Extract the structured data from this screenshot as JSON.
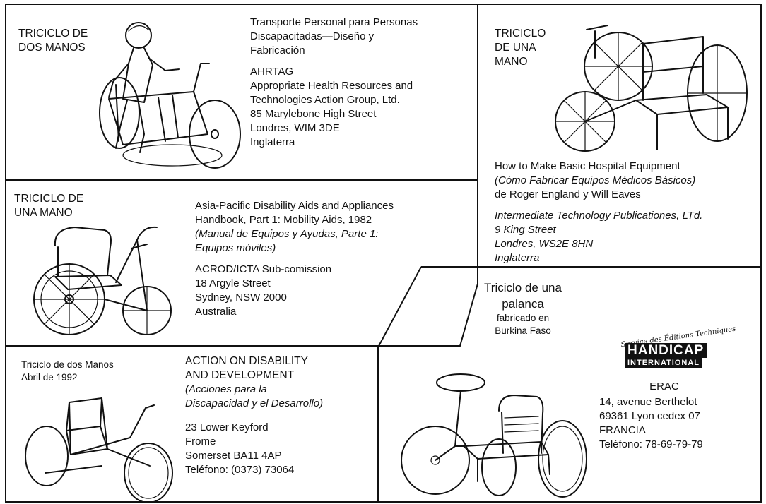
{
  "panels": {
    "top_left": {
      "label": [
        "TRICICLO DE",
        "DOS MANOS"
      ],
      "book_title": [
        "Transporte Personal para Personas",
        "Discapacitadas—Diseño y",
        "Fabricación"
      ],
      "org": [
        "AHRTAG",
        "Appropriate Health Resources and",
        "Technologies Action Group, Ltd.",
        "85 Marylebone High Street",
        "Londres, WIM 3DE",
        "Inglaterra"
      ]
    },
    "top_right": {
      "label": [
        "TRICICLO",
        "DE UNA",
        "MANO"
      ],
      "book_title": "How to Make Basic Hospital Equipment",
      "book_title_es": "(Cómo Fabricar Equipos Médicos Básicos)",
      "authors": "de Roger England y Will Eaves",
      "publisher": [
        "Intermediate Technology Publicationes, LTd.",
        "9 King Street",
        "Londres, WS2E 8HN",
        "Inglaterra"
      ]
    },
    "middle_left": {
      "label": [
        "TRICICLO DE",
        "UNA MANO"
      ],
      "book_title": [
        "Asia-Pacific Disability Aids and Appliances",
        "Handbook, Part 1: Mobility Aids, 1982"
      ],
      "book_title_es": [
        "(Manual de Equipos y Ayudas, Parte 1:",
        "Equipos móviles)"
      ],
      "org": [
        "ACROD/ICTA Sub-comission",
        "18 Argyle Street",
        "Sydney, NSW 2000",
        "Australia"
      ]
    },
    "bottom_left": {
      "label": [
        "Triciclo de dos Manos",
        "Abril de 1992"
      ],
      "org_title": [
        "ACTION ON DISABILITY",
        "AND DEVELOPMENT"
      ],
      "org_title_es": [
        "(Acciones para la",
        "Discapacidad y el Desarrollo)"
      ],
      "address": [
        "23 Lower Keyford",
        "Frome",
        "Somerset BA11 4AP",
        "Teléfono: (0373) 73064"
      ]
    },
    "bottom_right": {
      "label_large": [
        "Triciclo de una",
        "palanca"
      ],
      "label_small": [
        "fabricado en",
        "Burkina Faso"
      ],
      "logo": {
        "script": "Service des Éditions Techniques",
        "word": "HANDICAP",
        "word2": "INTERNATIONAL"
      },
      "org_name": "ERAC",
      "address": [
        "14, avenue Berthelot",
        "69361 Lyon cedex 07",
        "FRANCIA",
        "Teléfono: 78-69-79-79"
      ]
    }
  }
}
